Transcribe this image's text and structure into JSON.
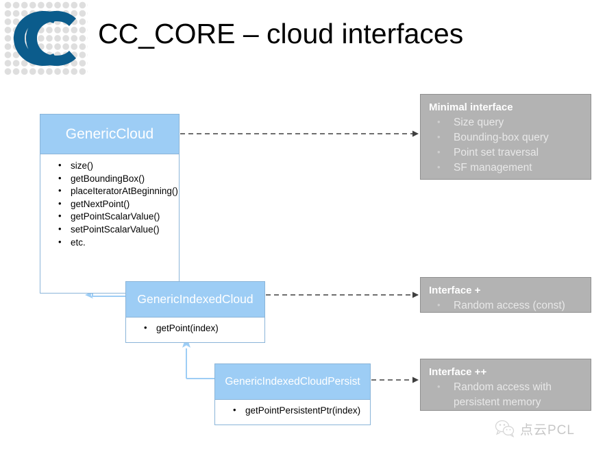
{
  "slide": {
    "title": "CC_CORE – cloud interfaces",
    "logo_alt": "cloudcompare-logo"
  },
  "colors": {
    "class_header": "#9DCDF5",
    "class_border": "#8AB4D8",
    "note_fill": "#B3B3B3",
    "note_border": "#8F8F8F",
    "note_title_text": "#FFFFFF",
    "note_body_text": "#E8E8E8",
    "logo_blue": "#0B5C8C",
    "logo_dots": "#DEDEDE",
    "connector_dashed": "#3F3F3F",
    "connector_inherit": "#9DCDF5",
    "background": "#FFFFFF",
    "title_text": "#000000"
  },
  "classes": [
    {
      "id": "generic-cloud",
      "name": "GenericCloud",
      "methods": [
        "size()",
        "getBoundingBox()",
        "placeIteratorAtBeginning()",
        "getNextPoint()",
        "getPointScalarValue()",
        "setPointScalarValue()",
        "etc."
      ]
    },
    {
      "id": "generic-indexed-cloud",
      "name": "GenericIndexedCloud",
      "methods": [
        "getPoint(index)"
      ]
    },
    {
      "id": "generic-indexed-cloud-persist",
      "name": "GenericIndexedCloudPersist",
      "methods": [
        "getPointPersistentPtr(index)"
      ]
    }
  ],
  "notes": [
    {
      "id": "minimal",
      "title": "Minimal interface",
      "items": [
        "Size query",
        "Bounding-box query",
        "Point set traversal",
        "SF management"
      ]
    },
    {
      "id": "plus",
      "title": "Interface +",
      "items": [
        "Random access (const)"
      ]
    },
    {
      "id": "plusplus",
      "title": "Interface ++",
      "items_multiline": [
        {
          "line1": "Random access with",
          "line2": "persistent memory"
        }
      ]
    }
  ],
  "relations": [
    {
      "type": "inheritance",
      "from": "GenericIndexedCloud",
      "to": "GenericCloud"
    },
    {
      "type": "inheritance",
      "from": "GenericIndexedCloudPersist",
      "to": "GenericIndexedCloud"
    },
    {
      "type": "note-link",
      "from": "GenericCloud",
      "to": "Minimal interface"
    },
    {
      "type": "note-link",
      "from": "GenericIndexedCloud",
      "to": "Interface +"
    },
    {
      "type": "note-link",
      "from": "GenericIndexedCloudPersist",
      "to": "Interface ++"
    }
  ],
  "watermark": {
    "text": "点云PCL",
    "icon": "wechat-icon"
  }
}
